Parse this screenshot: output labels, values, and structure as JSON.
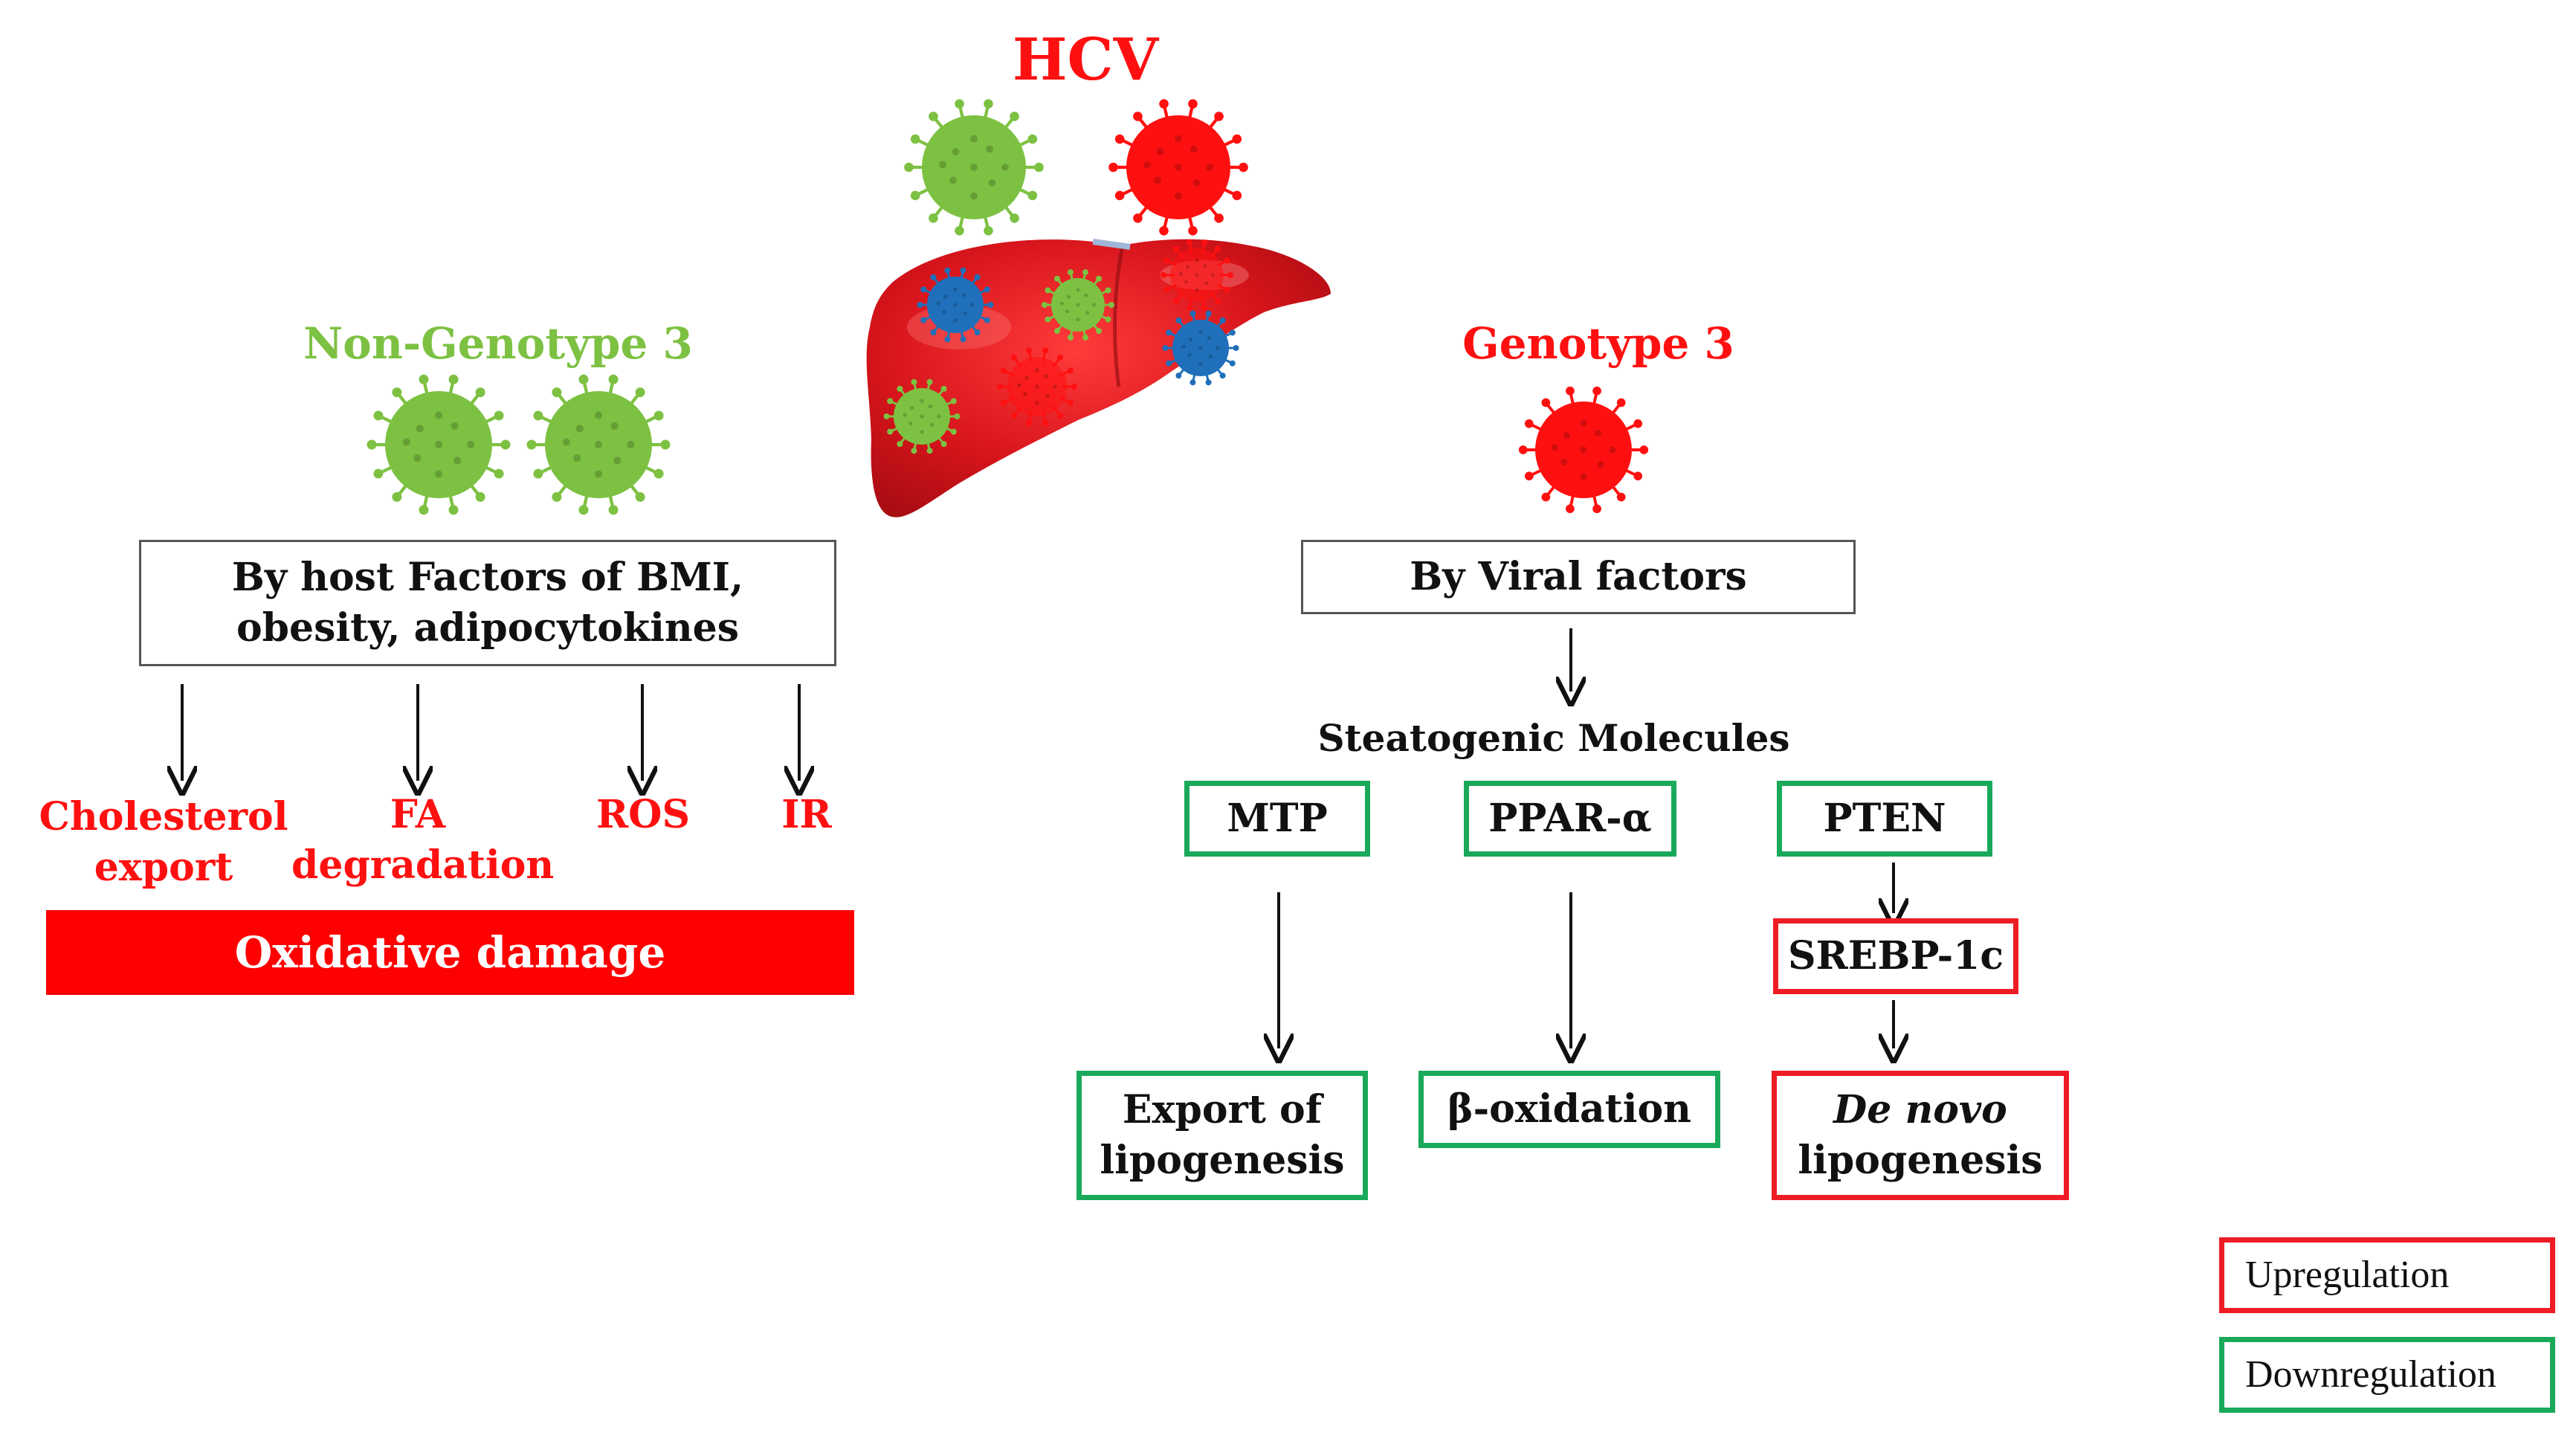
{
  "title": "HCV",
  "colors": {
    "red": "#ff1010",
    "green": "#7dc142",
    "up_border": "#ee1c25",
    "down_border": "#1aa95a",
    "bar": "#ff0000",
    "liver": "#d6141b",
    "blue_virus": "#1f6fba"
  },
  "non_genotype": {
    "label": "Non-Genotype 3",
    "host_box": "By host Factors of BMI, obesity, adipocytokines",
    "effects": [
      {
        "line1": "Cholesterol",
        "line2": "export"
      },
      {
        "line1": "FA",
        "line2": "degradation"
      },
      {
        "line1": "ROS"
      },
      {
        "line1": "IR"
      }
    ],
    "bar_label": "Oxidative damage"
  },
  "genotype": {
    "label": "Genotype 3",
    "viral_box": "By Viral factors",
    "steatogenic": "Steatogenic Molecules",
    "molecules": {
      "mtp": "MTP",
      "ppar": "PPAR-α",
      "pten": "PTEN",
      "srebp": "SREBP-1c"
    },
    "outcomes": {
      "export": {
        "line1": "Export of",
        "line2": "lipogenesis"
      },
      "beta": "β-oxidation",
      "denovo": {
        "italic": "De novo",
        "line2": "lipogenesis"
      }
    }
  },
  "legend": {
    "up": "Upregulation",
    "down": "Downregulation"
  },
  "icons": [
    "virus-icon",
    "liver-icon",
    "arrow-down-icon"
  ]
}
